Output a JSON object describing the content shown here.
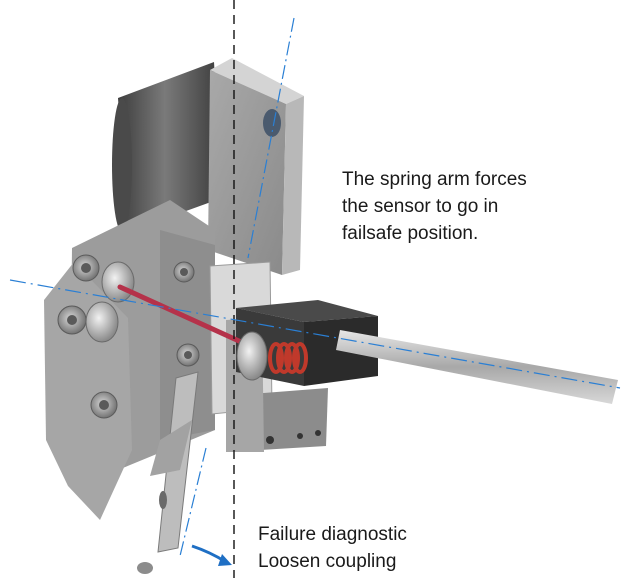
{
  "annotations": {
    "spring_arm": {
      "line1": "The spring arm forces",
      "line2": "the sensor to go in",
      "line3": "failsafe position."
    },
    "failure": {
      "line1": "Failure diagnostic",
      "line2": "Loosen coupling"
    }
  },
  "colors": {
    "metal_light": "#c9c9c9",
    "metal_mid": "#9e9e9e",
    "metal_dark": "#6e6e6e",
    "motor": "#5a5a5a",
    "sensor_block": "#2b2b2b",
    "spring": "#c0392b",
    "spring_arm": "#b5324a",
    "axis_line": "#2a7fd4",
    "arrow": "#1f6fc4",
    "dashed_line": "#111111"
  }
}
